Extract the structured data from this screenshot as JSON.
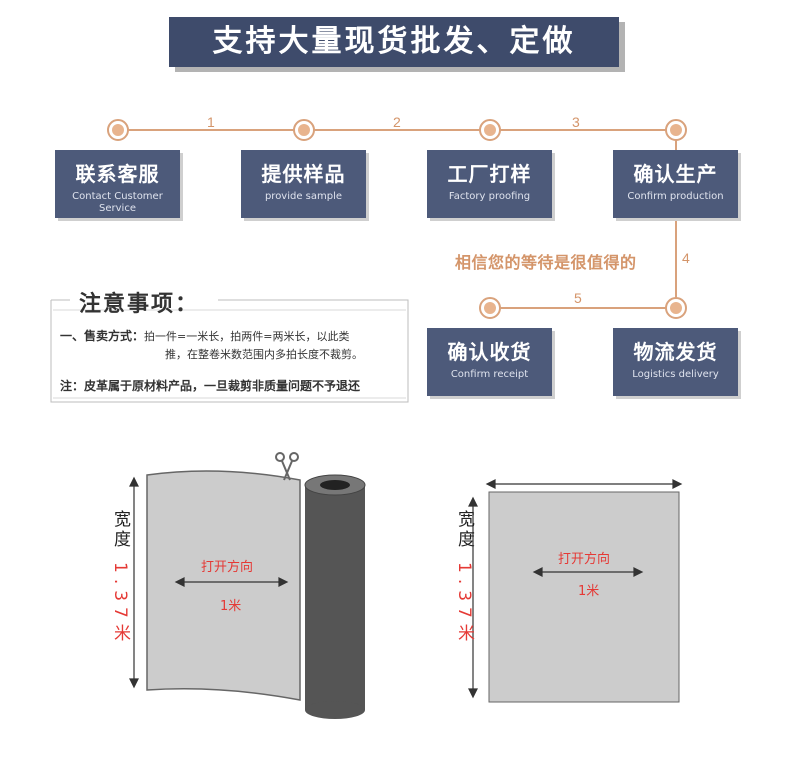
{
  "banner": {
    "title": "支持大量现货批发、定做"
  },
  "steps": [
    {
      "title": "联系客服",
      "subtitle": "Contact Customer Service"
    },
    {
      "title": "提供样品",
      "subtitle": "provide sample"
    },
    {
      "title": "工厂打样",
      "subtitle": "Factory proofing"
    },
    {
      "title": "确认生产",
      "subtitle": "Confirm production"
    },
    {
      "title": "物流发货",
      "subtitle": "Logistics delivery"
    },
    {
      "title": "确认收货",
      "subtitle": "Confirm receipt"
    }
  ],
  "step_numbers": [
    "1",
    "2",
    "3",
    "4",
    "5"
  ],
  "wait_text": "相信您的等待是很值得的",
  "notes": {
    "title": "注意事项：",
    "item1_label": "一、售卖方式：",
    "item1_line1": "拍一件=一米长，拍两件=两米长，以此类",
    "item1_line2": "推，在整卷米数范围内多拍长度不裁剪。",
    "warning": "注：皮革属于原材料产品，一旦裁剪非质量问题不予退还"
  },
  "diagram_roll": {
    "width_label": "宽度",
    "width_value": "1.37米",
    "direction": "打开方向",
    "length": "1米"
  },
  "diagram_sheet": {
    "width_label": "宽度",
    "width_value": "1.37米",
    "direction": "打开方向",
    "length": "1米"
  },
  "colors": {
    "banner": "#3e4b6b",
    "step": "#4d5a7a",
    "accent": "#d4956a",
    "highlight": "#e53935"
  }
}
